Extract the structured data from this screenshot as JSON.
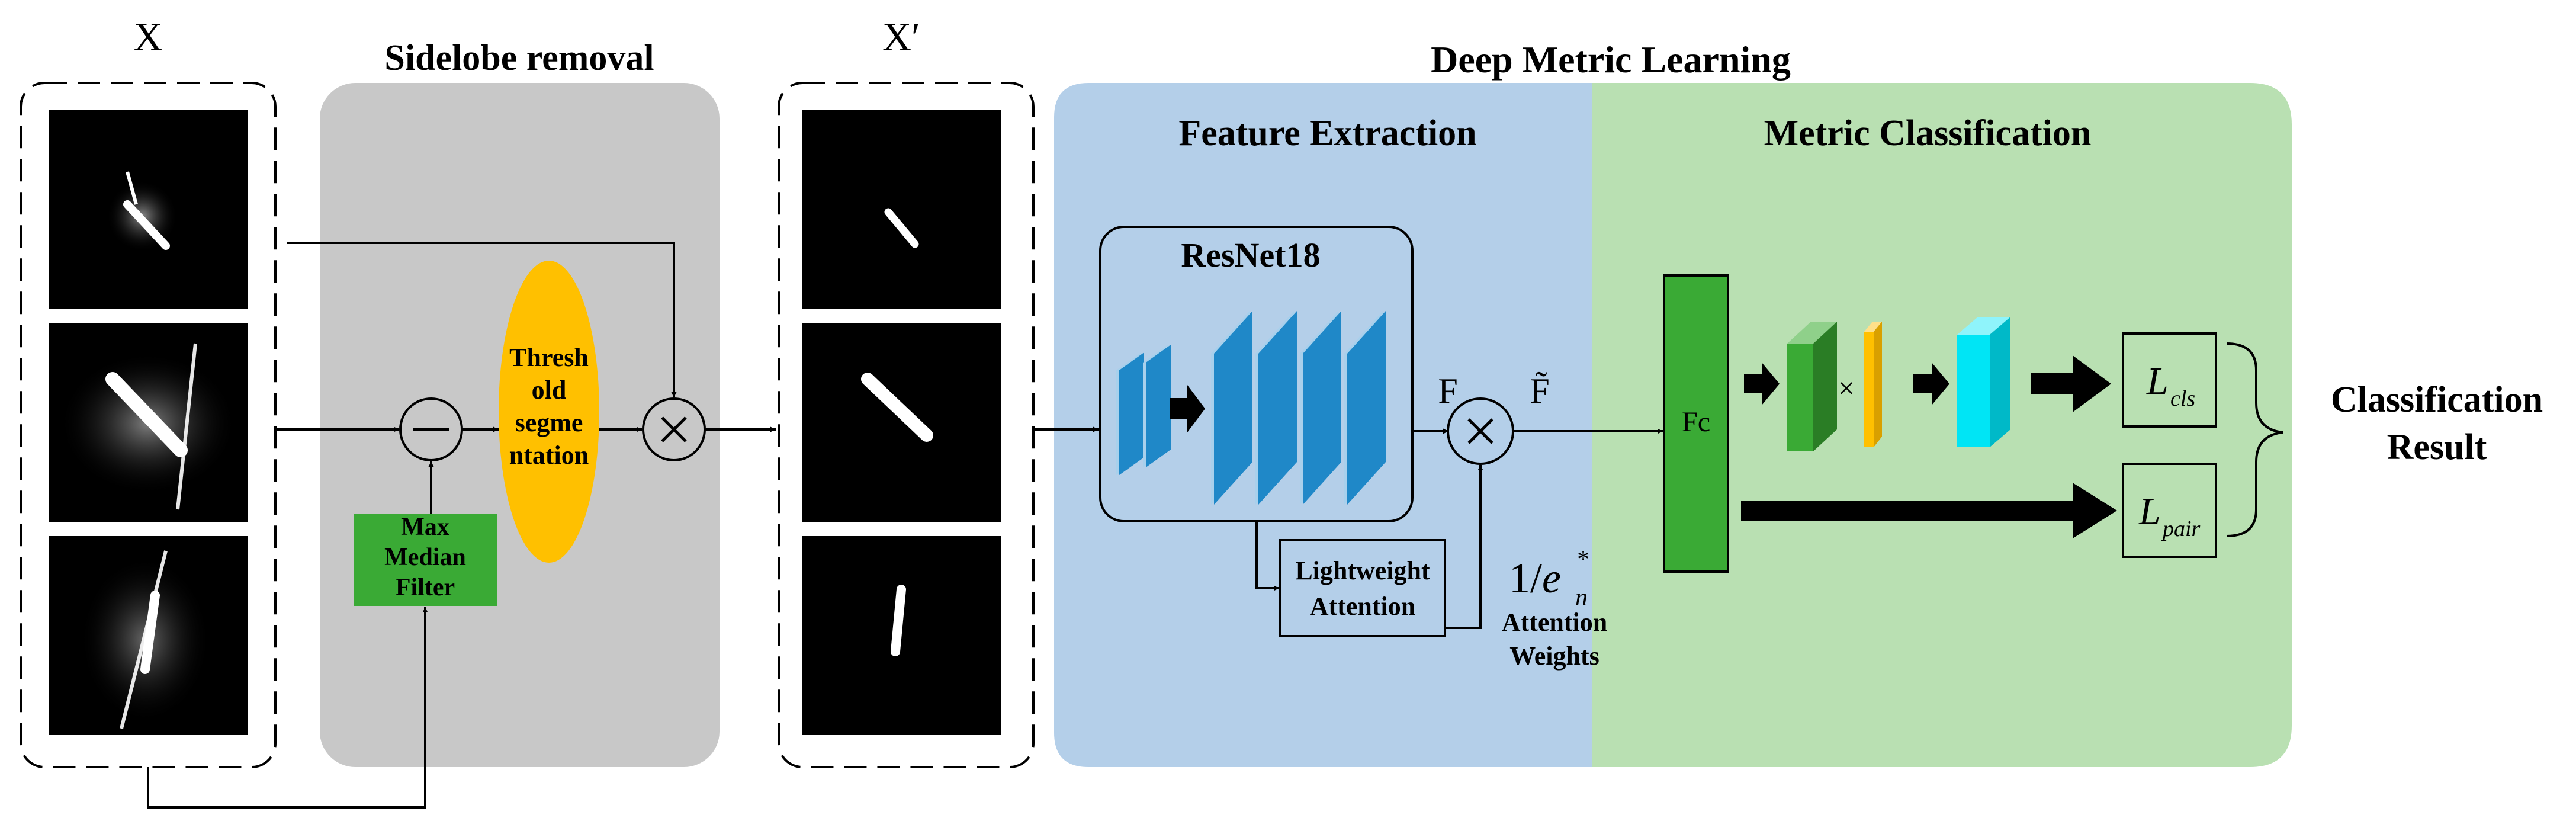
{
  "labels": {
    "input_x": "X",
    "output_x": "X′",
    "sidelobe_title": "Sidelobe removal",
    "dml_title": "Deep Metric Learning",
    "feature_extraction": "Feature Extraction",
    "metric_classification": "Metric Classification",
    "threshold_line1": "Thresh",
    "threshold_line2": "old",
    "threshold_line3": "segme",
    "threshold_line4": "ntation",
    "max_median_line1": "Max",
    "max_median_line2": "Median",
    "max_median_line3": "Filter",
    "resnet": "ResNet18",
    "lightweight_line1": "Lightweight",
    "lightweight_line2": "Attention",
    "f_label": "F",
    "f_tilde_label": "F̃",
    "attn_formula_num": "1/",
    "attn_formula_e": "e",
    "attn_formula_sub": "n",
    "attn_formula_sup": "*",
    "attn_weights_line1": "Attention",
    "attn_weights_line2": "Weights",
    "fc": "Fc",
    "times_small": "×",
    "l_base": "L",
    "l_cls_sub": "cls",
    "l_pair_sub": "pair",
    "result_line1": "Classification",
    "result_line2": "Result"
  },
  "colors": {
    "sidelobe_bg": "#c8c8c8",
    "feature_bg": "#b4cfe9",
    "metric_bg": "#b9e0b2",
    "threshold": "#ffc000",
    "median_filter": "#3aaa35",
    "fc": "#3aaa35",
    "resnet_block": "#1f88c8",
    "cyan_block": "#00e5f5"
  }
}
